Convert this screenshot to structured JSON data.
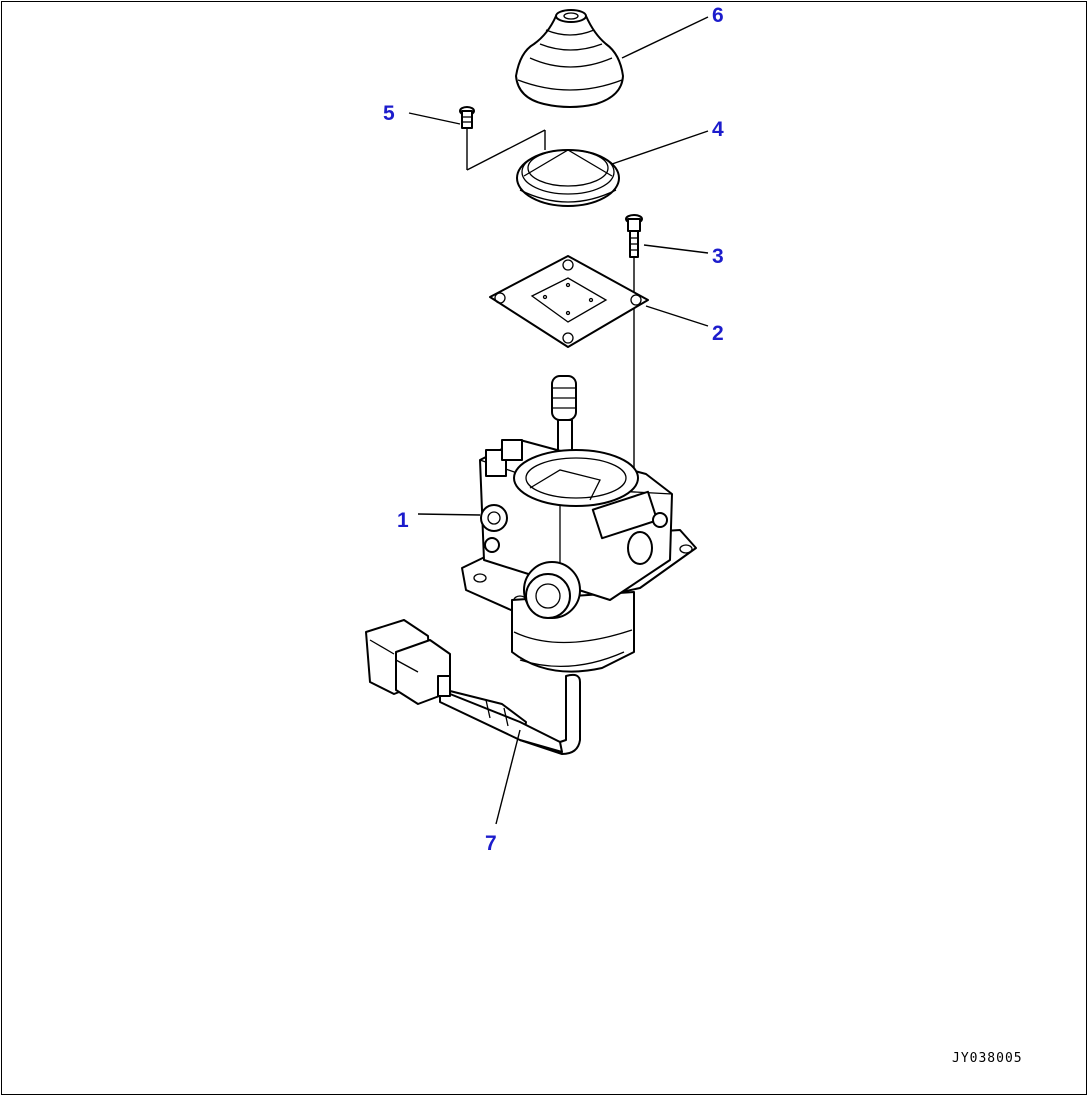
{
  "diagram": {
    "callouts": [
      {
        "id": "1",
        "label": "1"
      },
      {
        "id": "2",
        "label": "2"
      },
      {
        "id": "3",
        "label": "3"
      },
      {
        "id": "4",
        "label": "4"
      },
      {
        "id": "5",
        "label": "5"
      },
      {
        "id": "6",
        "label": "6"
      },
      {
        "id": "7",
        "label": "7"
      }
    ],
    "drawing_id": "JY038005",
    "colors": {
      "callout": "#1c1ccc",
      "line": "#000000",
      "background": "#ffffff"
    }
  }
}
